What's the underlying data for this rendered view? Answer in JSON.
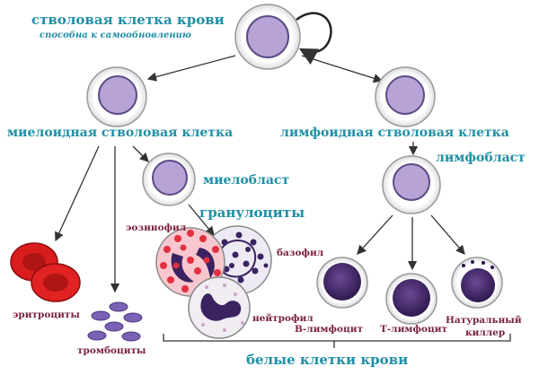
{
  "labels": {
    "stem_cell": "стволовая клетка крови",
    "self_renewal": "способна к самообновлению",
    "myeloid": "миелоидная стволовая клетка",
    "lymphoid": "лимфоидная стволовая клетка",
    "myeloblast": "миелобласт",
    "lymphoblast": "лимфобласт",
    "granulocytes": "гранулоциты",
    "eosinophil": "эозинофил",
    "basophil": "базофил",
    "neutrophil": "нейтрофил",
    "erythrocytes": "эритроциты",
    "thrombocytes": "тромбоциты",
    "b_lymphocyte": "В-лимфоцит",
    "t_lymphocyte": "Т-лимфоцит",
    "nk_line1": "Натуральный",
    "nk_line2": "киллер",
    "white_cells": "белые клетки крови"
  },
  "colors": {
    "teal_text": "#1f8fa6",
    "maroon_text": "#7a1f3a",
    "stem_nucleus": "#b7a3d6",
    "rbc": "#d91c1c",
    "platelet": "#7a61b3",
    "lymph_nucleus": "#3d1f63"
  }
}
